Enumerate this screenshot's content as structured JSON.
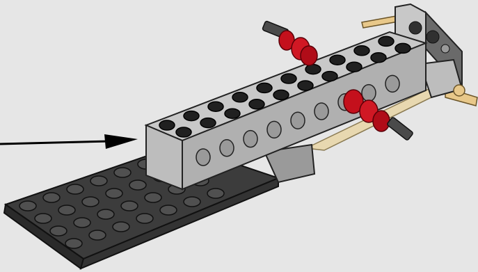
{
  "illustration": {
    "background": "#e6e6e6",
    "colors": {
      "plate_dark": "#3c3c3c",
      "plate_top": "#4a4a4a",
      "brick_light": "#c8c8c8",
      "brick_shade": "#a8a8a8",
      "stud_black": "#202020",
      "axle_red": "#c4101c",
      "axle_gray": "#5a5a5a",
      "tan_rod": "#e8d8b0",
      "pointer_arrow": "#000000"
    },
    "parts": [
      "dark-gray-plate",
      "light-gray-technic-brick",
      "red-bush-axles",
      "tan-axle",
      "gray-end-piece"
    ],
    "pointer": "arrow-pointing-right"
  }
}
